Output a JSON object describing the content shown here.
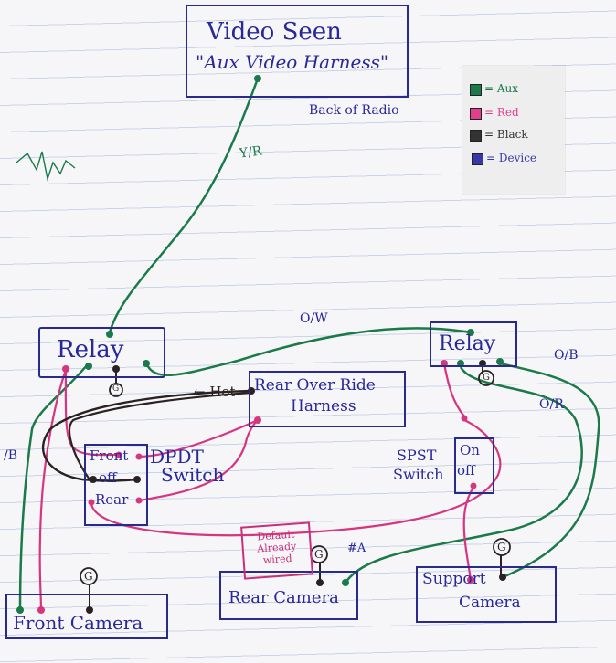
{
  "page": {
    "background": "#f6f6f8",
    "ruled_line_color": "#7a98cc",
    "ink_blue": "#28289a"
  },
  "labels": {
    "video_seen_line1": "Video Seen",
    "video_seen_line2": "\"Aux Video Harness\"",
    "back_of_radio": "Back of Radio",
    "relay_left": "Relay",
    "relay_right": "Relay",
    "rear_over_ride": "Rear Over Ride",
    "harness": "Harness",
    "hot": "← Hot",
    "dpdt_line1": "DPDT",
    "dpdt_line2": "Switch",
    "front": "Front",
    "off_left": "off",
    "rear": "Rear",
    "spst_line1": "SPST",
    "spst_line2": "Switch",
    "on": "On",
    "off_right": "off",
    "front_camera": "Front Camera",
    "rear_camera": "Rear Camera",
    "support_camera_line1": "Support",
    "support_camera_line2": "Camera",
    "default_line1": "Default",
    "default_line2": "Already",
    "default_line3": "wired",
    "yr": "Y/R",
    "ow": "O/W",
    "ob_right": "O/B",
    "or": "O/R",
    "b_left": "/B",
    "hash_a": "#A",
    "ground_mark": "G"
  },
  "legend": [
    {
      "color": "#1a7a4a",
      "text": "= Aux"
    },
    {
      "color": "#e0408a",
      "text": "= Red"
    },
    {
      "color": "#333333",
      "text": "= Black"
    },
    {
      "color": "#3838a8",
      "text": "= Device"
    }
  ],
  "wire_colors": {
    "aux": "#1a7a4a",
    "red": "#d6357f",
    "black": "#2a2222"
  }
}
